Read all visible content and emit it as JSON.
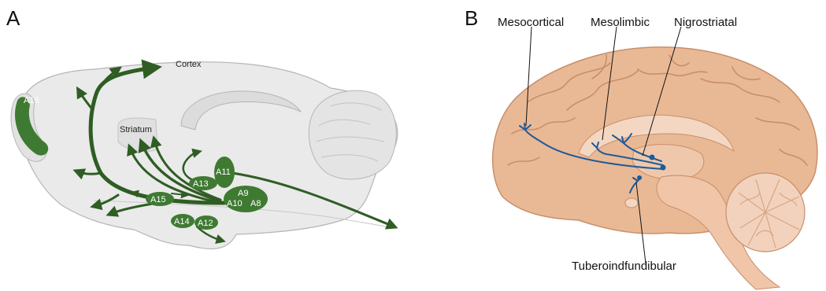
{
  "panel_a": {
    "letter": "A",
    "labels": {
      "cortex": "Cortex",
      "striatum": "Striatum"
    },
    "nuclei": {
      "a16": "A16",
      "a11": "A11",
      "a13": "A13",
      "a15": "A15",
      "a9": "A9",
      "a10": "A10",
      "a8": "A8",
      "a14": "A14",
      "a12": "A12"
    },
    "colors": {
      "pathway": "#2f5d24",
      "nucleus": "#3f7a32",
      "brain": "#eaeaea",
      "outline": "#b5b5b5"
    }
  },
  "panel_b": {
    "letter": "B",
    "labels": {
      "mesocortical": "Mesocortical",
      "mesolimbic": "Mesolimbic",
      "nigrostriatal": "Nigrostriatal",
      "tuberoinfundibular": "Tuberoindfundibular"
    },
    "colors": {
      "pathway": "#1f5a9a",
      "brain": "#e9b996",
      "brain_dark": "#c98e6a"
    }
  }
}
